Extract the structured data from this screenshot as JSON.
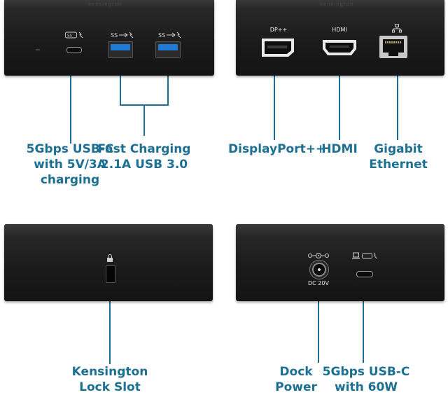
{
  "brand": "kensington",
  "panels": {
    "front": {
      "port_icons": [
        "usb-c-superspeed-icon",
        "usb-a-superspeed-icon",
        "usb-a-superspeed-icon"
      ],
      "callouts": {
        "usb_c": "5Gbps USB-C\nwith 5V/3A\ncharging",
        "fast_charging": "Fast Charging\n2.1A USB 3.0"
      }
    },
    "video": {
      "port_labels": {
        "dp": "DP++",
        "hdmi": "HDMI"
      },
      "callouts": {
        "displayport": "DisplayPort++",
        "hdmi": "HDMI",
        "ethernet": "Gigabit\nEthernet"
      }
    },
    "side": {
      "callouts": {
        "lock": "Kensington\nLock Slot"
      }
    },
    "rear": {
      "port_labels": {
        "dc": "DC  20V"
      },
      "callouts": {
        "power": "Dock\nPower",
        "usb_c_host": "5Gbps USB-C\nwith 60W"
      }
    }
  },
  "colors": {
    "callout": "#1d6f93",
    "line": "#1d6f93",
    "device": "#1c1c1c",
    "usb_blue": "#1f7bd6"
  }
}
